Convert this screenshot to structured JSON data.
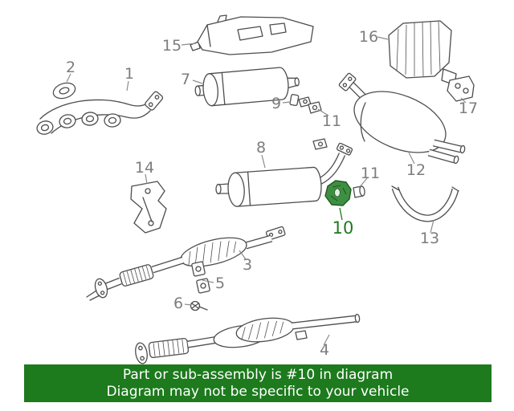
{
  "page": {
    "background": "#ffffff"
  },
  "diagram": {
    "label_color": "#7d7d7d",
    "line_color": "#4d4d4d",
    "highlight": {
      "fill": "#3f8f43",
      "stroke": "#1d5c1f",
      "label_color": "#1e7b1e"
    },
    "callouts": [
      {
        "id": "15",
        "label": "15"
      },
      {
        "id": "16",
        "label": "16"
      },
      {
        "id": "2",
        "label": "2"
      },
      {
        "id": "1",
        "label": "1"
      },
      {
        "id": "7",
        "label": "7"
      },
      {
        "id": "9",
        "label": "9"
      },
      {
        "id": "11-upper",
        "label": "11"
      },
      {
        "id": "17",
        "label": "17"
      },
      {
        "id": "12",
        "label": "12"
      },
      {
        "id": "8",
        "label": "8"
      },
      {
        "id": "11-mid",
        "label": "11"
      },
      {
        "id": "14",
        "label": "14"
      },
      {
        "id": "10",
        "label": "10",
        "highlighted": true
      },
      {
        "id": "13",
        "label": "13"
      },
      {
        "id": "3",
        "label": "3"
      },
      {
        "id": "5",
        "label": "5"
      },
      {
        "id": "6",
        "label": "6"
      },
      {
        "id": "4",
        "label": "4"
      }
    ]
  },
  "banner": {
    "line1": "Part or sub-assembly is #10 in diagram",
    "line2": "Diagram may not be specific to your vehicle",
    "background": "#1d7a1d",
    "text_color": "#ffffff"
  }
}
